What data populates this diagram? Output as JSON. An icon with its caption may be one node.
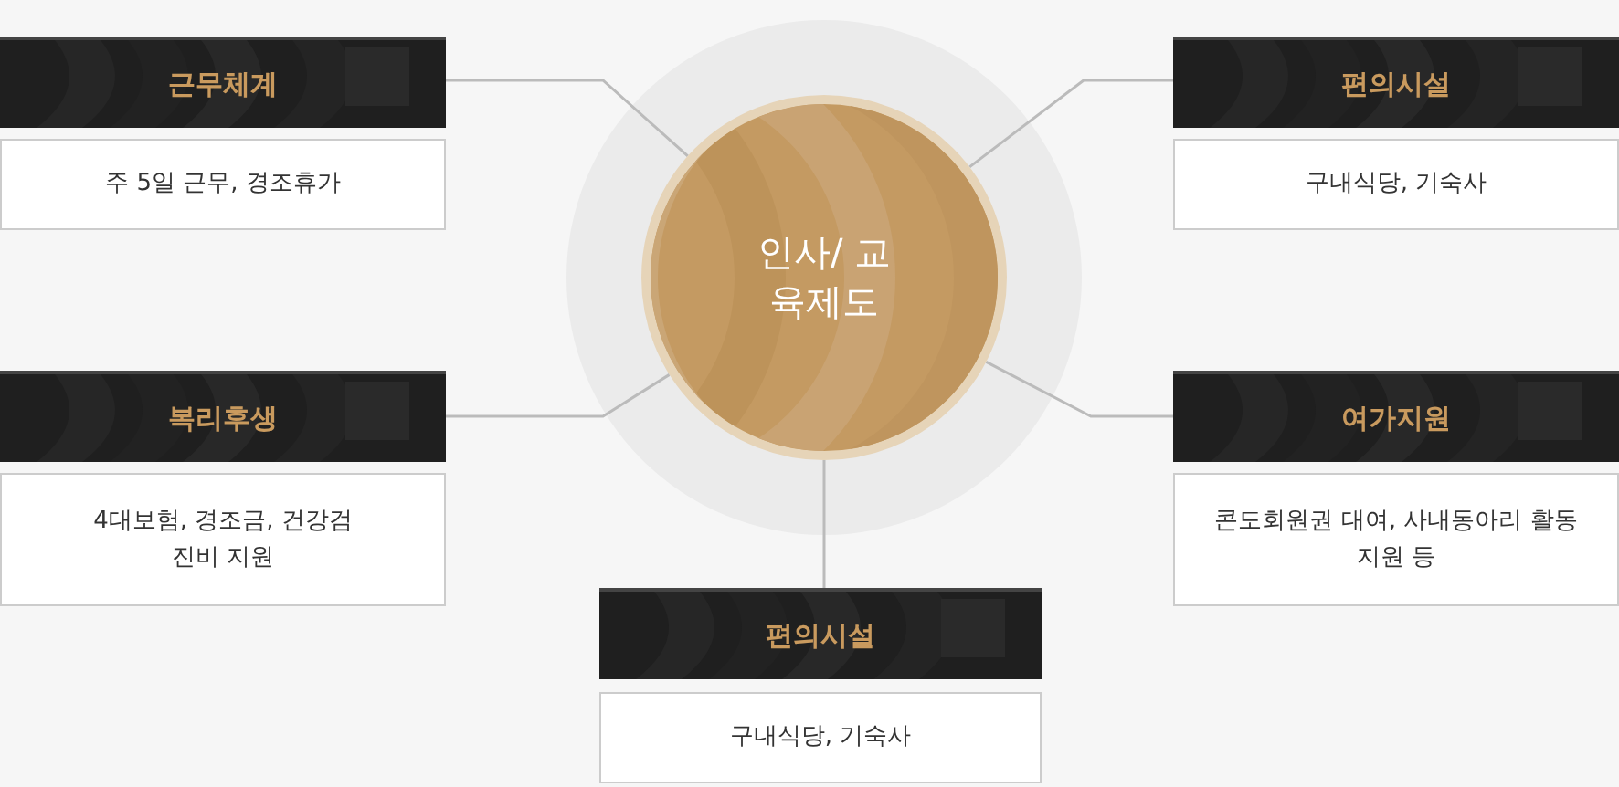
{
  "diagram": {
    "nodes": [
      {
        "text": [
          "근무체계"
        ]
      },
      {
        "text": [
          "주 5일 근무, 경조휴가"
        ]
      },
      {
        "text": [
          "편의시설"
        ]
      },
      {
        "text": [
          "구내식당, 기숙사"
        ]
      },
      {
        "text": [
          "인사/ 교육제도"
        ]
      },
      {
        "text": [
          "복리후생"
        ]
      },
      {
        "text": [
          "4대보험, 경조금, 건강검진비 지원"
        ]
      },
      {
        "text": [
          "여가지원"
        ]
      },
      {
        "text": [
          "콘도회원권 대여, 사내동아리 활동지원 등"
        ]
      },
      {
        "text": [
          "편의시설"
        ]
      },
      {
        "text": [
          "구내식당, 기숙사"
        ]
      }
    ],
    "edges": [
      {
        "from": 4,
        "to": 0,
        "arrow": "none"
      },
      {
        "from": 4,
        "to": 2,
        "arrow": "none"
      },
      {
        "from": 4,
        "to": 5,
        "arrow": "none"
      },
      {
        "from": 4,
        "to": 7,
        "arrow": "none"
      },
      {
        "from": 4,
        "to": 9,
        "arrow": "none"
      }
    ]
  }
}
